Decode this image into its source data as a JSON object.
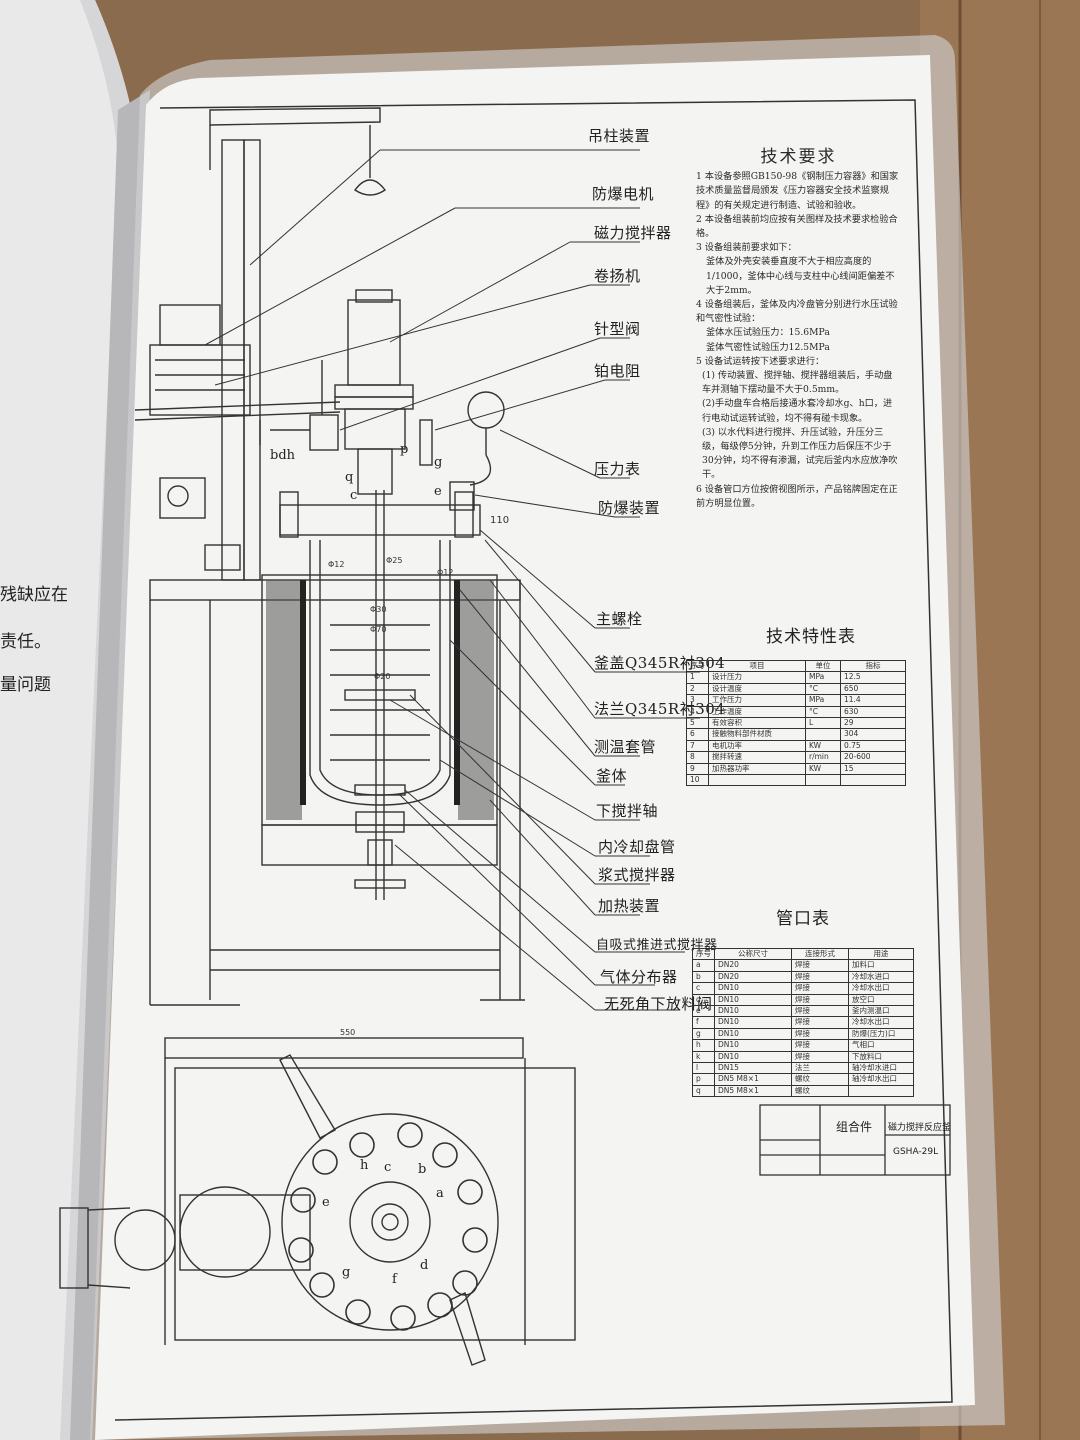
{
  "left_page": {
    "line1": "残缺应在",
    "line2": "责任。",
    "line3": "量问题"
  },
  "drawing": {
    "labels": [
      "吊柱装置",
      "防爆电机",
      "磁力搅拌器",
      "卷扬机",
      "针型阀",
      "铂电阻",
      "压力表",
      "防爆装置",
      "主螺栓",
      "釜盖Q345R衬304",
      "法兰Q345R衬304",
      "测温套管",
      "釜体",
      "下搅拌轴",
      "内冷却盘管",
      "浆式搅拌器",
      "加热装置",
      "自吸式推进式搅拌器",
      "气体分布器",
      "无死角下放料阀"
    ],
    "letters": {
      "bdh": "bdh",
      "p": "p",
      "g": "g",
      "q": "q",
      "e": "e",
      "c": "c",
      "dim110": "110"
    },
    "plan_letters": [
      "h",
      "c",
      "b",
      "a",
      "e",
      "d",
      "g",
      "f"
    ],
    "dims": [
      "Φ12",
      "Φ25",
      "Φ12",
      "Φ30",
      "Φ70",
      "Φ20",
      "550"
    ]
  },
  "tech_requirements": {
    "title": "技术要求",
    "items": [
      "1  本设备参照GB150-98《钢制压力容器》和国家技术质量监督局颁发《压力容器安全技术监察规程》的有关规定进行制造、试验和验收。",
      "2  本设备组装前均应按有关图样及技术要求检验合格。",
      "3  设备组装前要求如下：",
      "釜体及外壳安装垂直度不大于相应高度的1/1000，釜体中心线与支柱中心线间距偏差不大于2mm。",
      "4  设备组装后，釜体及内冷盘管分别进行水压试验和气密性试验：",
      "釜体水压试验压力：15.6MPa",
      "釜体气密性试验压力12.5MPa",
      "5  设备试运转按下述要求进行：",
      "(1) 传动装置、搅拌轴、搅拌器组装后，手动盘车并测轴下摆动量不大于0.5mm。",
      "(2)手动盘车合格后接通水套冷却水g、h口，进行电动试运转试验，均不得有碰卡现象。",
      "(3) 以水代料进行搅拌、升压试验，升压分三级，每级停5分钟，升到工作压力后保压不少于30分钟，均不得有渗漏，试完后釜内水应放净吹干。",
      "6  设备管口方位按俯视图所示，产品铭牌固定在正前方明显位置。"
    ]
  },
  "spec_table": {
    "title": "技术特性表",
    "headers": [
      "序号",
      "项目",
      "单位",
      "指标"
    ],
    "rows": [
      [
        "1",
        "设计压力",
        "MPa",
        "12.5"
      ],
      [
        "2",
        "设计温度",
        "°C",
        "650"
      ],
      [
        "3",
        "工作压力",
        "MPa",
        "11.4"
      ],
      [
        "4",
        "工作温度",
        "°C",
        "630"
      ],
      [
        "5",
        "有效容积",
        "L",
        "29"
      ],
      [
        "6",
        "接触物料部件材质",
        "",
        "304"
      ],
      [
        "7",
        "电机功率",
        "KW",
        "0.75"
      ],
      [
        "8",
        "搅拌转速",
        "r/min",
        "20-600"
      ],
      [
        "9",
        "加热器功率",
        "KW",
        "15"
      ],
      [
        "10",
        "",
        "",
        ""
      ]
    ]
  },
  "nozzle_table": {
    "title": "管口表",
    "headers": [
      "序号",
      "公称尺寸",
      "连接形式",
      "用途"
    ],
    "rows": [
      [
        "a",
        "DN20",
        "焊接",
        "加料口"
      ],
      [
        "b",
        "DN20",
        "焊接",
        "冷却水进口"
      ],
      [
        "c",
        "DN10",
        "焊接",
        "冷却水出口"
      ],
      [
        "d",
        "DN10",
        "焊接",
        "放空口"
      ],
      [
        "e",
        "DN10",
        "焊接",
        "釜内测温口"
      ],
      [
        "f",
        "DN10",
        "焊接",
        "冷却水出口"
      ],
      [
        "g",
        "DN10",
        "焊接",
        "防爆(压力)口"
      ],
      [
        "h",
        "DN10",
        "焊接",
        "气相口"
      ],
      [
        "k",
        "DN10",
        "焊接",
        "下放料口"
      ],
      [
        "l",
        "DN15",
        "法兰",
        "轴冷却水进口"
      ],
      [
        "p",
        "DN5 M8×1",
        "螺纹",
        "轴冷却水出口"
      ],
      [
        "q",
        "DN5 M8×1",
        "螺纹",
        ""
      ]
    ]
  },
  "title_block": {
    "name": "组合件",
    "product": "磁力搅拌反应釜",
    "code": "GSHA-29L"
  }
}
